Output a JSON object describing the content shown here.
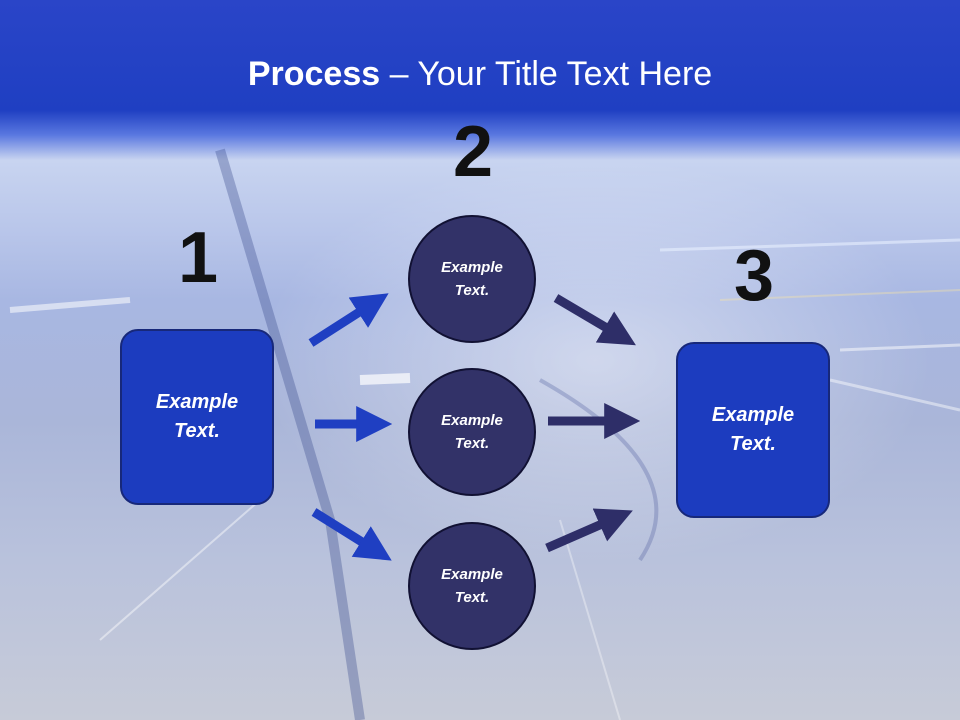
{
  "title": {
    "bold": "Process",
    "rest": " – Your Title Text Here"
  },
  "steps": {
    "one": {
      "number": "1",
      "label": "Example Text."
    },
    "two": {
      "number": "2",
      "items": [
        "Example Text.",
        "Example Text.",
        "Example Text."
      ]
    },
    "three": {
      "number": "3",
      "label": "Example Text."
    }
  },
  "colors": {
    "header": "#1f3fc2",
    "box": "#1c3cbf",
    "circle": "#323268",
    "arrow_left": "#1f3fc2",
    "arrow_right": "#2e2e68"
  }
}
